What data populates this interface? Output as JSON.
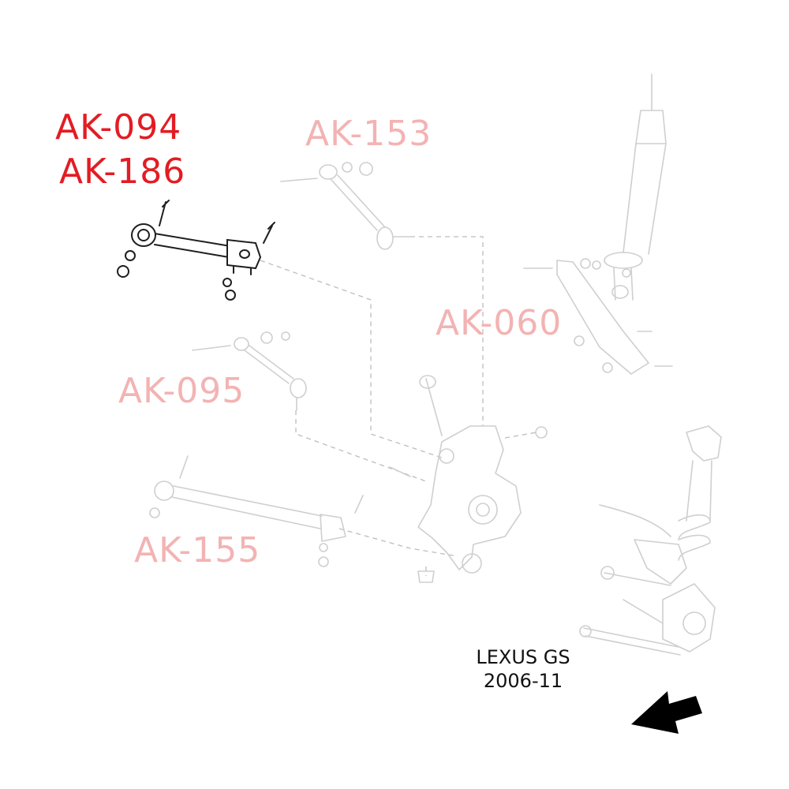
{
  "labels": {
    "highlighted": [
      "AK-094",
      "AK-186"
    ],
    "ak153": "AK-153",
    "ak060": "AK-060",
    "ak095": "AK-095",
    "ak155": "AK-155"
  },
  "vehicle": {
    "model": "LEXUS GS",
    "years": "2006-11"
  },
  "colors": {
    "highlight": "#e31c23",
    "faded_label": "#f3b3b3",
    "line_art": "#cfcfcf",
    "active_part": "#1f1f1f",
    "arrow": "#000000"
  },
  "icons": {
    "direction_arrow": "arrow-left-down-icon"
  }
}
